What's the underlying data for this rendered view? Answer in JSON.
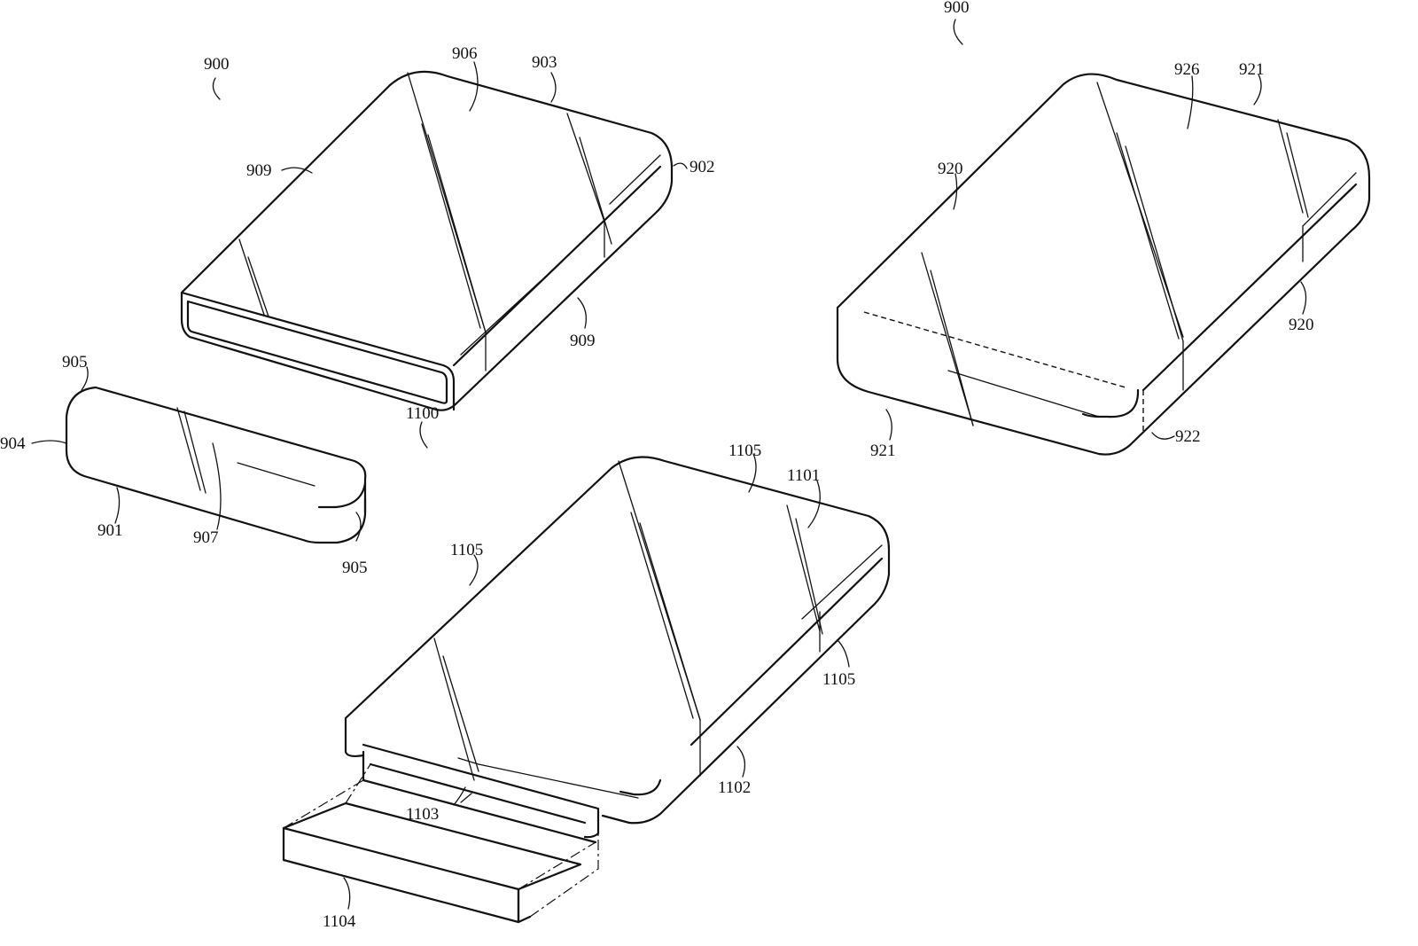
{
  "labels": {
    "fig_a_900": "900",
    "fig_b_900": "900",
    "fig_c_1100": "1100",
    "l906": "906",
    "l903": "903",
    "l909_left": "909",
    "l902": "902",
    "l909_bottom": "909",
    "l905_top": "905",
    "l904": "904",
    "l901": "901",
    "l907": "907",
    "l905_bottom": "905",
    "l926": "926",
    "l921_top": "921",
    "l920_left": "920",
    "l920_right": "920",
    "l921_bottom": "921",
    "l922": "922",
    "l1105_top": "1105",
    "l1101": "1101",
    "l1105_left": "1105",
    "l1105_right": "1105",
    "l1102": "1102",
    "l1103": "1103",
    "l1104": "1104"
  }
}
